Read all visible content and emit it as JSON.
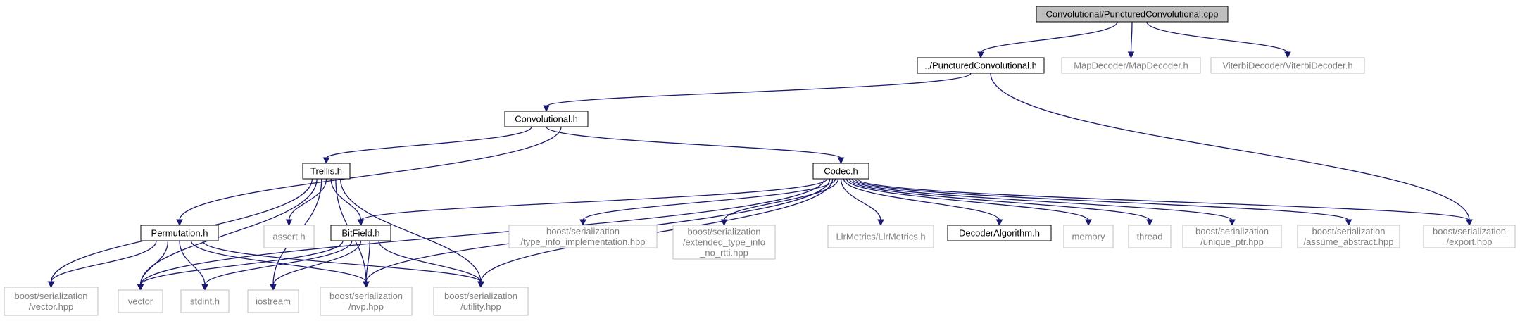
{
  "nodes": [
    {
      "id": "root",
      "label": "Convolutional/PuncturedConvolutional.cpp",
      "style": "root"
    },
    {
      "id": "punct",
      "label": "../PuncturedConvolutional.h",
      "style": "local"
    },
    {
      "id": "mapdec",
      "label": "MapDecoder/MapDecoder.h",
      "style": "ext"
    },
    {
      "id": "vitdec",
      "label": "ViterbiDecoder/ViterbiDecoder.h",
      "style": "ext"
    },
    {
      "id": "conv",
      "label": "Convolutional.h",
      "style": "local"
    },
    {
      "id": "trellis",
      "label": "Trellis.h",
      "style": "local"
    },
    {
      "id": "codec",
      "label": "Codec.h",
      "style": "local"
    },
    {
      "id": "assert",
      "label": "assert.h",
      "style": "ext"
    },
    {
      "id": "bitfield",
      "label": "BitField.h",
      "style": "local"
    },
    {
      "id": "perm",
      "label": "Permutation.h",
      "style": "local"
    },
    {
      "id": "tii",
      "label": "boost/serialization\n/type_info_implementation.hpp",
      "style": "ext"
    },
    {
      "id": "etinr",
      "label": "boost/serialization\n/extended_type_info\n_no_rtti.hpp",
      "style": "ext"
    },
    {
      "id": "llr",
      "label": "LlrMetrics/LlrMetrics.h",
      "style": "ext"
    },
    {
      "id": "decalg",
      "label": "DecoderAlgorithm.h",
      "style": "local"
    },
    {
      "id": "memory",
      "label": "memory",
      "style": "ext"
    },
    {
      "id": "thread",
      "label": "thread",
      "style": "ext"
    },
    {
      "id": "uptr",
      "label": "boost/serialization\n/unique_ptr.hpp",
      "style": "ext"
    },
    {
      "id": "abstract",
      "label": "boost/serialization\n/assume_abstract.hpp",
      "style": "ext"
    },
    {
      "id": "export",
      "label": "boost/serialization\n/export.hpp",
      "style": "ext"
    },
    {
      "id": "vechpp",
      "label": "boost/serialization\n/vector.hpp",
      "style": "ext"
    },
    {
      "id": "vector",
      "label": "vector",
      "style": "ext"
    },
    {
      "id": "stdint",
      "label": "stdint.h",
      "style": "ext"
    },
    {
      "id": "iostream",
      "label": "iostream",
      "style": "ext"
    },
    {
      "id": "nvp",
      "label": "boost/serialization\n/nvp.hpp",
      "style": "ext"
    },
    {
      "id": "utility",
      "label": "boost/serialization\n/utility.hpp",
      "style": "ext"
    }
  ],
  "edges": [
    [
      "root",
      "punct"
    ],
    [
      "root",
      "mapdec"
    ],
    [
      "root",
      "vitdec"
    ],
    [
      "punct",
      "conv"
    ],
    [
      "punct",
      "export"
    ],
    [
      "conv",
      "trellis"
    ],
    [
      "conv",
      "codec"
    ],
    [
      "conv",
      "perm"
    ],
    [
      "trellis",
      "vechpp"
    ],
    [
      "trellis",
      "vector"
    ],
    [
      "trellis",
      "iostream"
    ],
    [
      "trellis",
      "assert"
    ],
    [
      "trellis",
      "bitfield"
    ],
    [
      "trellis",
      "nvp"
    ],
    [
      "trellis",
      "utility"
    ],
    [
      "codec",
      "vector"
    ],
    [
      "codec",
      "bitfield"
    ],
    [
      "codec",
      "nvp"
    ],
    [
      "codec",
      "utility"
    ],
    [
      "codec",
      "tii"
    ],
    [
      "codec",
      "etinr"
    ],
    [
      "codec",
      "llr"
    ],
    [
      "codec",
      "decalg"
    ],
    [
      "codec",
      "memory"
    ],
    [
      "codec",
      "thread"
    ],
    [
      "codec",
      "uptr"
    ],
    [
      "codec",
      "abstract"
    ],
    [
      "codec",
      "export"
    ],
    [
      "bitfield",
      "vector"
    ],
    [
      "bitfield",
      "stdint"
    ],
    [
      "bitfield",
      "iostream"
    ],
    [
      "bitfield",
      "nvp"
    ],
    [
      "bitfield",
      "utility"
    ],
    [
      "perm",
      "vechpp"
    ],
    [
      "perm",
      "vector"
    ],
    [
      "perm",
      "stdint"
    ],
    [
      "perm",
      "nvp"
    ],
    [
      "perm",
      "utility"
    ]
  ]
}
